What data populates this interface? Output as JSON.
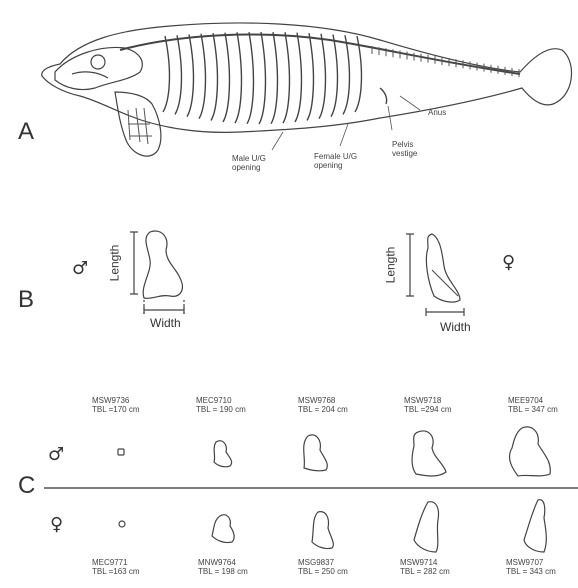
{
  "panels": {
    "a": "A",
    "b": "B",
    "c": "C"
  },
  "skeleton_labels": {
    "anus": "Anus",
    "pelvis": [
      "Pelvis",
      "vestige"
    ],
    "female_opening": [
      "Female U/G",
      "opening"
    ],
    "male_opening": [
      "Male U/G",
      "opening"
    ]
  },
  "measure": {
    "length": "Length",
    "width": "Width",
    "male_symbol": "♂",
    "female_symbol": "♀"
  },
  "sex_row": {
    "male": "♂",
    "female": "♀"
  },
  "males": [
    {
      "id": "MSW9736",
      "tbl": "TBL =170 cm"
    },
    {
      "id": "MEC9710",
      "tbl": "TBL = 190 cm"
    },
    {
      "id": "MSW9768",
      "tbl": "TBL = 204 cm"
    },
    {
      "id": "MSW9718",
      "tbl": "TBL =294 cm"
    },
    {
      "id": "MEE9704",
      "tbl": "TBL = 347 cm"
    }
  ],
  "females": [
    {
      "id": "MEC9771",
      "tbl": "TBL =163 cm"
    },
    {
      "id": "MNW9764",
      "tbl": "TBL = 198 cm"
    },
    {
      "id": "MSG9837",
      "tbl": "TBL = 250 cm"
    },
    {
      "id": "MSW9714",
      "tbl": "TBL = 282 cm"
    },
    {
      "id": "MSW9707",
      "tbl": "TBL = 343 cm"
    }
  ]
}
